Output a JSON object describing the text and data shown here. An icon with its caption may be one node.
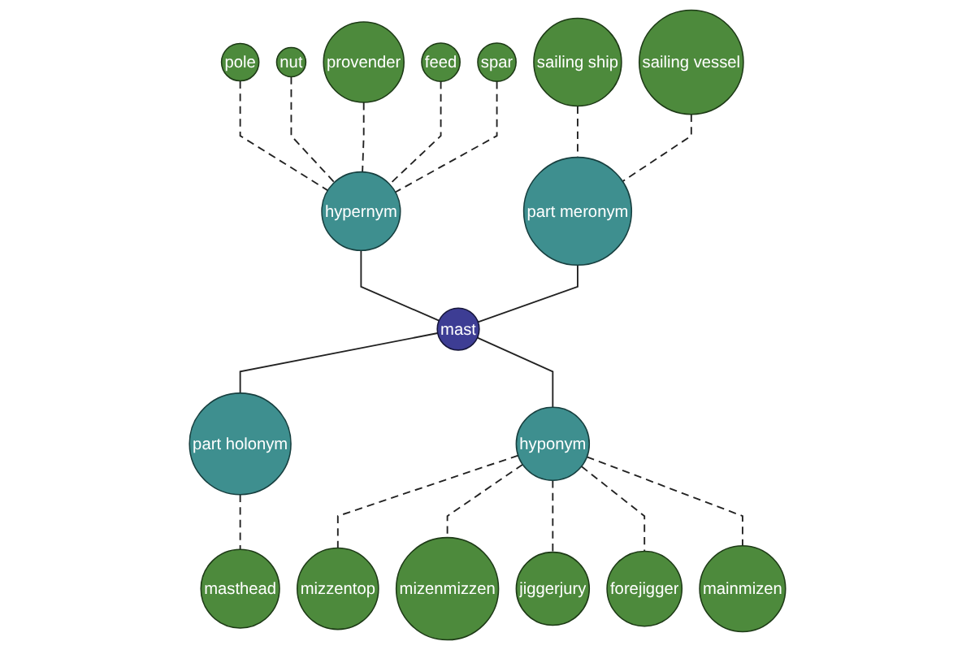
{
  "diagram": {
    "nodes": [
      {
        "text": [
          "mast"
        ]
      },
      {
        "text": [
          "hypernym"
        ]
      },
      {
        "text": [
          "pole"
        ]
      },
      {
        "text": [
          "nut"
        ]
      },
      {
        "text": [
          "provender"
        ]
      },
      {
        "text": [
          "feed"
        ]
      },
      {
        "text": [
          "spar"
        ]
      },
      {
        "text": [
          "part meronym"
        ]
      },
      {
        "text": [
          "sailing ship"
        ]
      },
      {
        "text": [
          "sailing vessel"
        ]
      },
      {
        "text": [
          "part holonym"
        ]
      },
      {
        "text": [
          "masthead"
        ]
      },
      {
        "text": [
          "hyponym"
        ]
      },
      {
        "text": [
          "mizzentop"
        ]
      },
      {
        "text": [
          "mizenmizzen"
        ]
      },
      {
        "text": [
          "jiggerjury"
        ]
      },
      {
        "text": [
          "forejigger"
        ]
      },
      {
        "text": [
          "mainmizen"
        ]
      }
    ],
    "edges": [
      {
        "from": 1,
        "to": 0,
        "arrow": "none"
      },
      {
        "from": 7,
        "to": 0,
        "arrow": "none"
      },
      {
        "from": 0,
        "to": 10,
        "arrow": "none"
      },
      {
        "from": 0,
        "to": 12,
        "arrow": "none"
      },
      {
        "from": 2,
        "to": 1,
        "arrow": "none",
        "style": "dashed"
      },
      {
        "from": 3,
        "to": 1,
        "arrow": "none",
        "style": "dashed"
      },
      {
        "from": 4,
        "to": 1,
        "arrow": "none",
        "style": "dashed"
      },
      {
        "from": 5,
        "to": 1,
        "arrow": "none",
        "style": "dashed"
      },
      {
        "from": 6,
        "to": 1,
        "arrow": "none",
        "style": "dashed"
      },
      {
        "from": 8,
        "to": 7,
        "arrow": "none",
        "style": "dashed"
      },
      {
        "from": 9,
        "to": 7,
        "arrow": "none",
        "style": "dashed"
      },
      {
        "from": 10,
        "to": 11,
        "arrow": "none",
        "style": "dashed"
      },
      {
        "from": 12,
        "to": 13,
        "arrow": "none",
        "style": "dashed"
      },
      {
        "from": 12,
        "to": 14,
        "arrow": "none",
        "style": "dashed"
      },
      {
        "from": 12,
        "to": 15,
        "arrow": "none",
        "style": "dashed"
      },
      {
        "from": 12,
        "to": 16,
        "arrow": "none",
        "style": "dashed"
      },
      {
        "from": 12,
        "to": 17,
        "arrow": "none",
        "style": "dashed"
      }
    ]
  }
}
